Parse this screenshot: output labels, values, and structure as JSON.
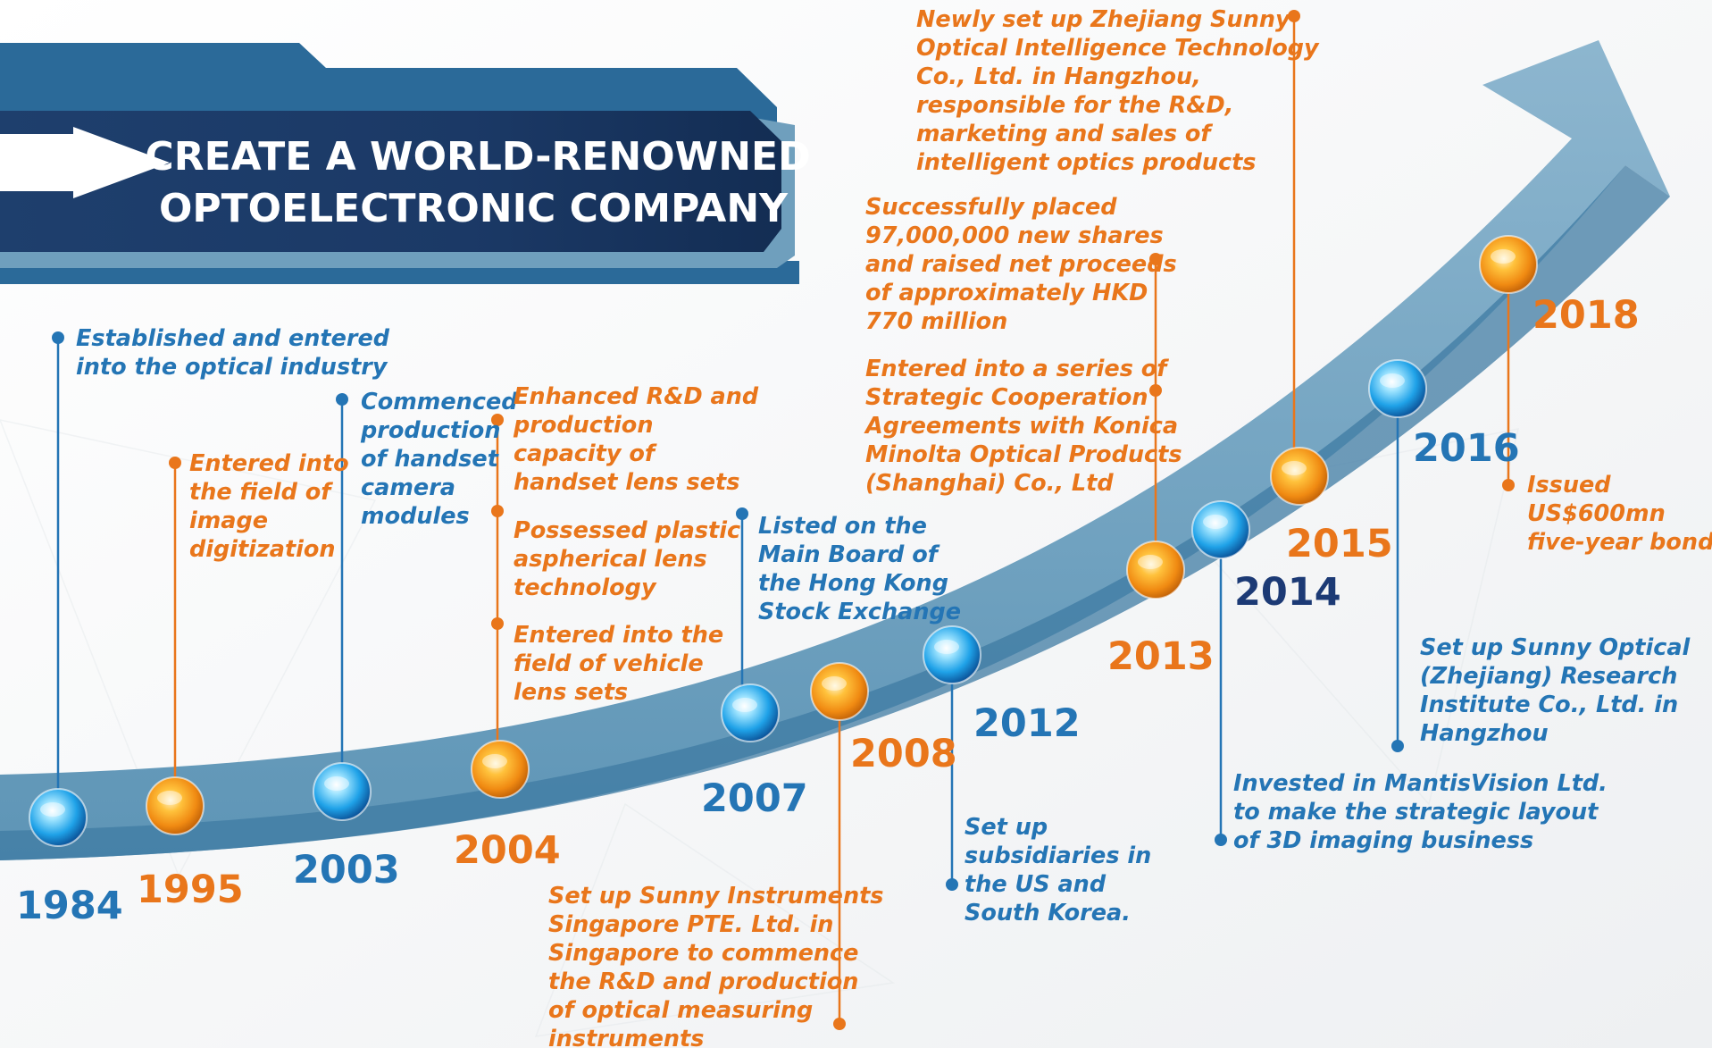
{
  "title": {
    "line1": "CREATE A WORLD-RENOWNED",
    "line2": "OPTOELECTRONIC COMPANY"
  },
  "colors": {
    "blue": "#2475b5",
    "orange": "#e9761b",
    "dark_blue": "#1c3a75",
    "arrow": "#6fa2c0"
  },
  "icons": {
    "title_arrow": "right-arrow-icon",
    "timeline": "curved-arrow-icon"
  },
  "milestones": [
    {
      "year": "1984",
      "color": "blue",
      "notes": [
        "Established and entered",
        "into the optical industry"
      ]
    },
    {
      "year": "1995",
      "color": "orange",
      "notes": [
        "Entered into",
        "the field of",
        "image",
        "digitization"
      ]
    },
    {
      "year": "2003",
      "color": "blue",
      "notes": [
        "Commenced",
        "production",
        "of handset",
        "camera",
        "modules"
      ]
    },
    {
      "year": "2004",
      "color": "orange",
      "notes": [
        "Enhanced R&D and",
        "production",
        "capacity of",
        "handset lens sets",
        "Possessed plastic",
        "aspherical lens",
        "technology",
        "Entered into the",
        "field of vehicle",
        "lens sets"
      ]
    },
    {
      "year": "2007",
      "color": "blue",
      "notes": [
        "Listed on the",
        "Main Board of",
        "the Hong Kong",
        "Stock Exchange"
      ]
    },
    {
      "year": "2008",
      "color": "orange",
      "notes": [
        "Set up Sunny Instruments",
        "Singapore PTE. Ltd. in",
        "Singapore to commence",
        "the R&D and production",
        "of optical measuring",
        "instruments"
      ]
    },
    {
      "year": "2012",
      "color": "blue",
      "notes": [
        "Set up",
        "subsidiaries in",
        "the US and",
        "South Korea."
      ]
    },
    {
      "year": "2013",
      "color": "orange",
      "notes": [
        "Successfully placed",
        "97,000,000 new shares",
        "and raised net proceeds",
        "of approximately  HKD",
        "770 million",
        "Entered into a series of",
        "Strategic Cooperation",
        "Agreements with Konica",
        "Minolta Optical Products",
        "(Shanghai) Co., Ltd"
      ]
    },
    {
      "year": "2014",
      "color": "dark_blue",
      "notes": [
        "Invested in MantisVision  Ltd.",
        "to make the strategic layout",
        "of 3D imaging business"
      ]
    },
    {
      "year": "2015",
      "color": "orange",
      "notes": [
        "Newly set up Zhejiang Sunny",
        "Optical Intelligence Technology",
        "Co., Ltd. in Hangzhou,",
        "responsible for the R&D,",
        "marketing and sales of",
        "intelligent optics products"
      ]
    },
    {
      "year": "2016",
      "color": "blue",
      "notes": [
        "Set up Sunny Optical",
        "(Zhejiang) Research",
        "Institute Co., Ltd. in",
        "Hangzhou"
      ]
    },
    {
      "year": "2018",
      "color": "orange",
      "notes": [
        "Issued",
        "US$600mn",
        "five-year bonds"
      ]
    }
  ]
}
